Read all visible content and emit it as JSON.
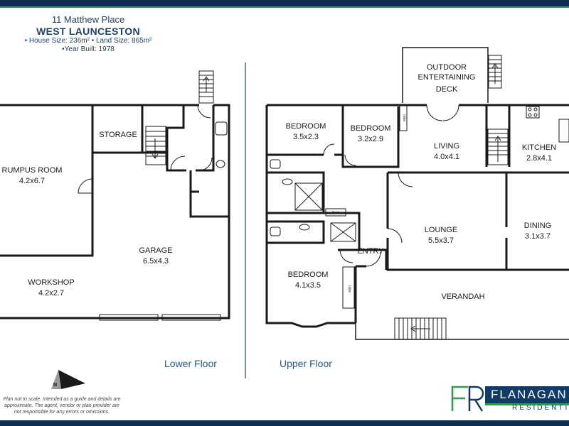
{
  "header": {
    "address": "11 Matthew Place",
    "suburb": "WEST LAUNCESTON",
    "sizes": "• House Size: 236m² • Land Size: 865m²",
    "year": "•Year Built: 1978"
  },
  "floors": {
    "lower": "Lower Floor",
    "upper": "Upper Floor"
  },
  "rooms": {
    "rumpus_name": "RUMPUS ROOM",
    "rumpus_size": "4.2x6.7",
    "storage_name": "STORAGE",
    "garage_name": "GARAGE",
    "garage_size": "6.5x4.3",
    "workshop_name": "WORKSHOP",
    "workshop_size": "4.2x2.7",
    "bed1_name": "BEDROOM",
    "bed1_size": "3.5x2.3",
    "bed2_name": "BEDROOM",
    "bed2_size": "3.2x2.9",
    "living_name": "LIVING",
    "living_size": "4.0x4.1",
    "kitchen_name": "KITCHEN",
    "kitchen_size": "2.8x4.1",
    "lounge_name": "LOUNGE",
    "lounge_size": "5.5x3.7",
    "dining_name": "DINING",
    "dining_size": "3.1x3.7",
    "bed3_name": "BEDROOM",
    "bed3_size": "4.1x3.5",
    "entry_name": "ENTRY",
    "verandah_name": "VERANDAH",
    "deck_line1": "OUTDOOR",
    "deck_line2": "ENTERTAINING",
    "deck_line3": "DECK",
    "linen": "linen",
    "robe": "robe"
  },
  "compass": {
    "north": "N"
  },
  "disclaimer": "Plan not to scale. Intended as a guide and details are approximate. The agent, vendor or plan provider are not responsible for any errors or omissions.",
  "brand": {
    "mark": "FR",
    "name": "FLANAGAN",
    "sub": "RESIDENTIAL",
    "navy": "#123a66",
    "green": "#2e9b4d"
  }
}
